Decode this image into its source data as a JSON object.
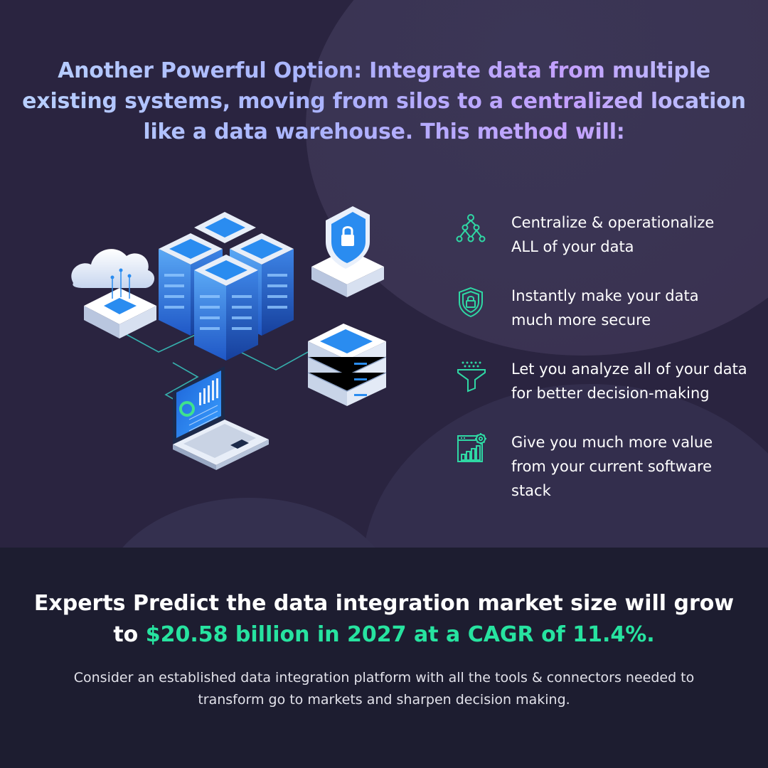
{
  "headline": "Another Powerful Option: Integrate data from multiple existing systems, moving from silos to a centralized location like a data warehouse. This method will:",
  "features": [
    {
      "icon": "hierarchy-icon",
      "line1": "Centralize & operationalize",
      "line2": "ALL of your data",
      "line3": ""
    },
    {
      "icon": "shield-lock-icon",
      "line1": "Instantly make your data",
      "line2": "much more secure",
      "line3": ""
    },
    {
      "icon": "funnel-icon",
      "line1": "Let you analyze all of your data",
      "line2": "for better decision-making",
      "line3": ""
    },
    {
      "icon": "dashboard-gear-icon",
      "line1": "Give you much more value",
      "line2": "from your current software",
      "line3": "stack"
    }
  ],
  "stat": {
    "prefix": "Experts Predict the data integration market size will grow to ",
    "highlight": "$20.58 billion in 2027 at a CAGR of 11.4%."
  },
  "note": "Consider an established data integration platform with all the tools & connectors needed to transform go to markets and sharpen decision making.",
  "colors": {
    "accent": "#27e3a0",
    "icon": "#2fd8a4",
    "top_background": "#2a2440",
    "bottom_background": "#1d1d30"
  }
}
